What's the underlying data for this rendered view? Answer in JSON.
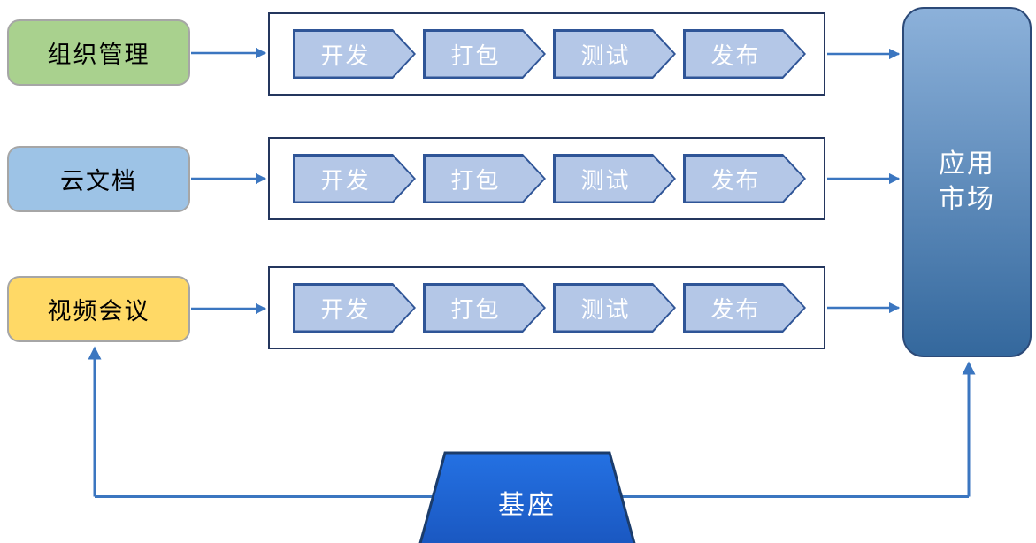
{
  "diagram": {
    "background": "#FFFFFF",
    "sources": [
      {
        "label": "组织管理",
        "fill": "#A9D18E"
      },
      {
        "label": "云文档",
        "fill": "#9DC3E6"
      },
      {
        "label": "视频会议",
        "fill": "#FFD966"
      }
    ],
    "pipeline_stages": [
      "开发",
      "打包",
      "测试",
      "发布"
    ],
    "pipeline_count": 3,
    "market": {
      "lines": [
        "应用",
        "市场"
      ]
    },
    "base": {
      "label": "基座"
    },
    "colors": {
      "connector": "#3B76C0",
      "container_border": "#24365E",
      "chevron_fill": "#B4C7E7",
      "chevron_border": "#2F5597",
      "source_border": "#A6A6A6",
      "source_text": "#000000",
      "node_text": "#FFFFFF",
      "market_top": "#8CB1DA",
      "market_bottom": "#34689D",
      "market_border": "#2C4A78",
      "base_top": "#2471E3",
      "base_bottom": "#1A57C0",
      "base_border": "#1B3C6B"
    }
  }
}
